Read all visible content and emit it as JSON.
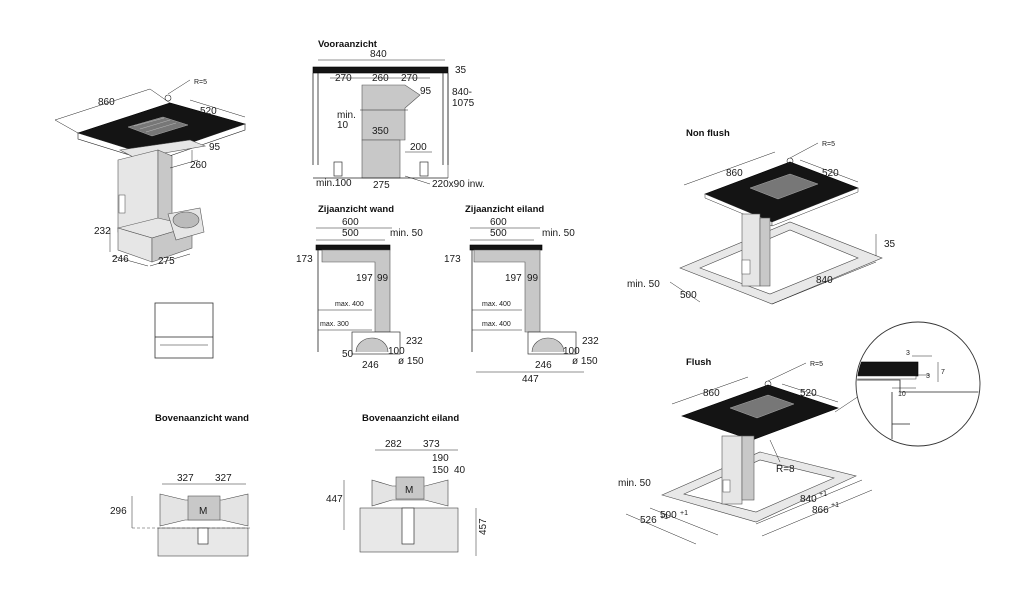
{
  "titles": {
    "front": "Vooraanzicht",
    "side_wall": "Zijaanzicht wand",
    "side_island": "Zijaanzicht eiland",
    "top_wall": "Bovenaanzicht wand",
    "top_island": "Bovenaanzicht eiland",
    "non_flush": "Non flush",
    "flush": "Flush"
  },
  "iso_main": {
    "w": "860",
    "d": "520",
    "r": "R=5",
    "h95": "95",
    "d260": "260",
    "d232": "232",
    "d246": "246",
    "d275": "275"
  },
  "front": {
    "w840": "840",
    "d270a": "270",
    "d260": "260",
    "d270b": "270",
    "d35": "35",
    "d95": "95",
    "h": "840-",
    "h2": "1075",
    "min10a": "min.",
    "min10b": "10",
    "d350": "350",
    "d200": "200",
    "min100": "min.100",
    "d275": "275",
    "inw": "220x90 inw."
  },
  "side_wall": {
    "d600": "600",
    "d500": "500",
    "min50": "min. 50",
    "d173": "173",
    "d197": "197",
    "d99": "99",
    "max400": "max. 400",
    "max300": "max. 300",
    "d232": "232",
    "d50": "50",
    "d100": "100",
    "d246": "246",
    "d150": "ø 150"
  },
  "side_island": {
    "d600": "600",
    "d500": "500",
    "min50": "min. 50",
    "d173": "173",
    "d197": "197",
    "d99": "99",
    "max400a": "max. 400",
    "max400b": "max. 400",
    "d232": "232",
    "d100": "100",
    "d246": "246",
    "d150": "ø 150",
    "d447": "447"
  },
  "top_wall": {
    "d327a": "327",
    "d327b": "327",
    "d296": "296",
    "m": "M"
  },
  "top_island": {
    "d282": "282",
    "d373": "373",
    "d190": "190",
    "d150": "150",
    "d40": "40",
    "d447": "447",
    "d457": "457",
    "m": "M"
  },
  "non_flush": {
    "r": "R=5",
    "d860": "860",
    "d520": "520",
    "d35": "35",
    "min50": "min. 50",
    "d500": "500",
    "d840": "840"
  },
  "flush": {
    "r": "R=5",
    "d860": "860",
    "d520": "520",
    "r8": "R=8",
    "min50": "min. 50",
    "d500": "500",
    "d526": "526",
    "d840": "840",
    "d866": "866",
    "sup": "+1",
    "dt3": "3",
    "dt3b": "3",
    "dt7": "7",
    "dt10": "10"
  }
}
